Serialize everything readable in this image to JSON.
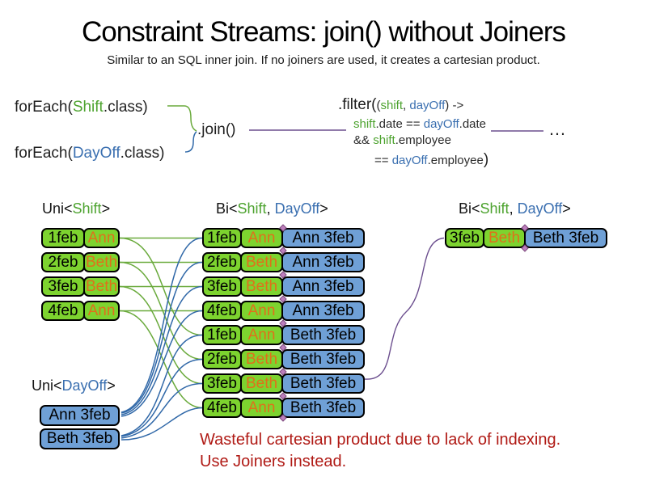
{
  "slide": {
    "title": "Constraint Streams: join() without Joiners",
    "subtitle": "Similar to an SQL inner join. If no joiners are used, it creates a cartesian product."
  },
  "code": {
    "foreach_shift_pre": "forEach(",
    "foreach_shift_class": "Shift",
    "foreach_shift_post": ".class)",
    "foreach_dayoff_pre": "forEach(",
    "foreach_dayoff_class": "DayOff",
    "foreach_dayoff_post": ".class)",
    "join_label": ".join()",
    "filter_head": ".filter(",
    "filter_paren": "(",
    "filter_arg1": "shift",
    "filter_sep": ", ",
    "filter_arg2": "dayOff",
    "filter_arrow": ") ->",
    "filter_l2_a": "shift",
    "filter_l2_b": ".date == ",
    "filter_l2_c": "dayOff",
    "filter_l2_d": ".date",
    "filter_l3_a": "&& ",
    "filter_l3_b": "shift",
    "filter_l3_c": ".employee",
    "filter_l4_a": "== ",
    "filter_l4_b": "dayOff",
    "filter_l4_c": ".employee",
    "filter_close": ")",
    "ellipsis": "…"
  },
  "labels": {
    "uni_shift": {
      "pre": "Uni<",
      "type": "Shift",
      "post": ">"
    },
    "uni_dayoff": {
      "pre": "Uni<",
      "type": "DayOff",
      "post": ">"
    },
    "bi_middle": {
      "pre": "Bi<",
      "type1": "Shift",
      "sep": ", ",
      "type2": "DayOff",
      "post": ">"
    },
    "bi_right": {
      "pre": "Bi<",
      "type1": "Shift",
      "sep": ", ",
      "type2": "DayOff",
      "post": ">"
    }
  },
  "uni_shift_rows": [
    {
      "date": "1feb",
      "employee": "Ann"
    },
    {
      "date": "2feb",
      "employee": "Beth"
    },
    {
      "date": "3feb",
      "employee": "Beth"
    },
    {
      "date": "4feb",
      "employee": "Ann"
    }
  ],
  "uni_dayoff_rows": [
    {
      "label": "Ann 3feb"
    },
    {
      "label": "Beth 3feb"
    }
  ],
  "bi_rows": [
    {
      "date": "1feb",
      "employee": "Ann",
      "dayoff": "Ann 3feb"
    },
    {
      "date": "2feb",
      "employee": "Beth",
      "dayoff": "Ann 3feb"
    },
    {
      "date": "3feb",
      "employee": "Beth",
      "dayoff": "Ann 3feb"
    },
    {
      "date": "4feb",
      "employee": "Ann",
      "dayoff": "Ann 3feb"
    },
    {
      "date": "1feb",
      "employee": "Ann",
      "dayoff": "Beth 3feb"
    },
    {
      "date": "2feb",
      "employee": "Beth",
      "dayoff": "Beth 3feb"
    },
    {
      "date": "3feb",
      "employee": "Beth",
      "dayoff": "Beth 3feb"
    },
    {
      "date": "4feb",
      "employee": "Ann",
      "dayoff": "Beth 3feb"
    }
  ],
  "joined_rows": [
    {
      "date": "3feb",
      "employee": "Beth",
      "dayoff": "Beth 3feb"
    }
  ],
  "note": {
    "line1": "Wasteful cartesian product due to lack of indexing.",
    "line2": "Use Joiners instead."
  },
  "colors": {
    "shift_green": "#4da32f",
    "dayoff_blue": "#3a6fb0",
    "box_green": "#7dd32f",
    "box_blue": "#6fa0d6",
    "emp_orange": "#e0701a",
    "wire_green": "#6aaa3c",
    "wire_blue": "#3068a8",
    "wire_purple": "#6b4e8e",
    "note_red": "#b01a15"
  }
}
